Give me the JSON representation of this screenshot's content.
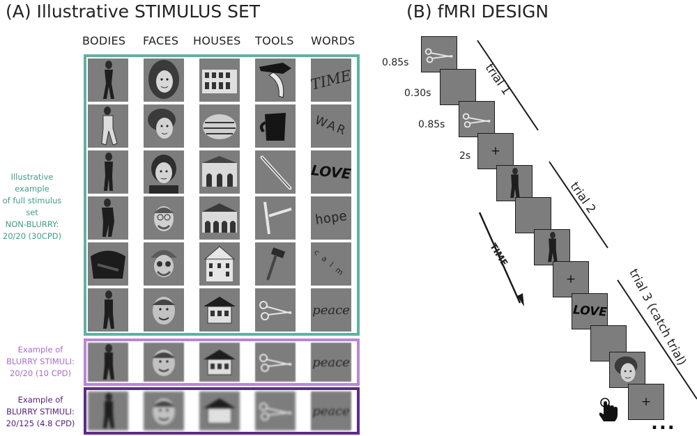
{
  "panel_a": {
    "title": "(A) Illustrative STIMULUS SET",
    "columns": [
      "BODIES",
      "FACES",
      "HOUSES",
      "TOOLS",
      "WORDS"
    ],
    "words": [
      "TIME",
      "WAR",
      "LOVE",
      "hope",
      "calm",
      "peace"
    ],
    "blurry_word": "peace",
    "labels": {
      "full_set": [
        "Illustrative example",
        "of full stimulus set",
        "NON-BLURRY:",
        "20/20 (30CPD)"
      ],
      "blurry_10": [
        "Example of",
        "BLURRY STIMULI:",
        "20/20 (10 CPD)"
      ],
      "blurry_48": [
        "Example of",
        "BLURRY STIMULI:",
        "20/125 (4.8 CPD)"
      ]
    },
    "colors": {
      "teal": "#5fb2a2",
      "light_purple": "#b886d8",
      "dark_purple": "#5e2a8c"
    }
  },
  "panel_b": {
    "title": "(B) fMRI DESIGN",
    "durations": [
      "0.85s",
      "0.30s",
      "0.85s",
      "2s"
    ],
    "trials": [
      "trial 1",
      "trial 2",
      "trial 3 (catch trial)"
    ],
    "time_label": "TIME",
    "fixation": "+",
    "love_word": "LOVE",
    "ellipsis": "..."
  }
}
